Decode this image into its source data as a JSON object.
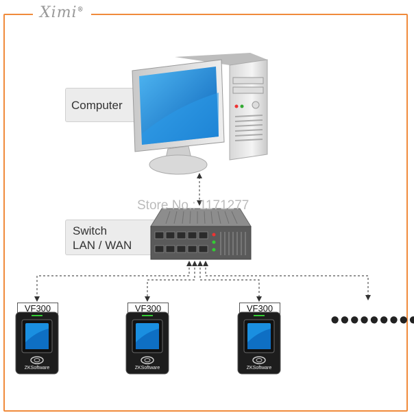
{
  "brand": {
    "name": "Ximi",
    "mark": "®"
  },
  "computer": {
    "label": "Computer"
  },
  "switch": {
    "label_line1": "Switch",
    "label_line2": "LAN / WAN"
  },
  "watermark": {
    "text": "Store No.: 1171277"
  },
  "devices": [
    {
      "model": "VF300",
      "brand": "ZKSoftware"
    },
    {
      "model": "VF300",
      "brand": "ZKSoftware"
    },
    {
      "model": "VF300",
      "brand": "ZKSoftware"
    }
  ],
  "more": {
    "text": "•••••••••"
  },
  "colors": {
    "frame": "#f08a3a",
    "screen": "#1a8fe0",
    "device_body": "#1d1d1d"
  }
}
